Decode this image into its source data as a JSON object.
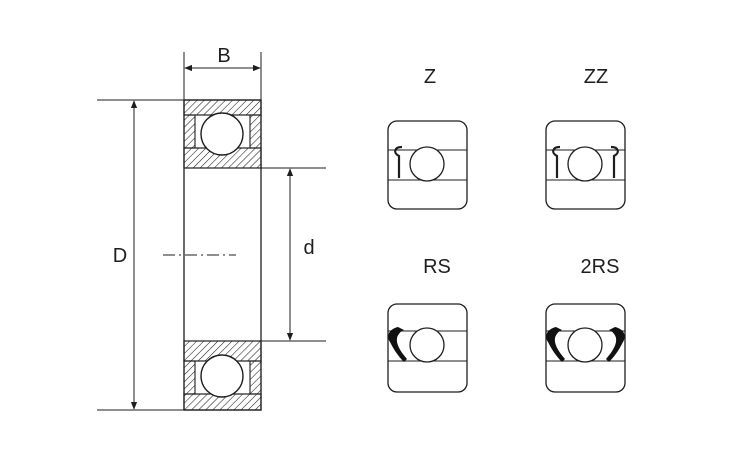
{
  "dimensions": {
    "width_label": "B",
    "outer_diameter_label": "D",
    "bore_diameter_label": "d"
  },
  "seal_variants": [
    {
      "label": "Z"
    },
    {
      "label": "ZZ"
    },
    {
      "label": "RS"
    },
    {
      "label": "2RS"
    }
  ],
  "colors": {
    "line": "#1e1e1e",
    "background": "#ffffff",
    "seal_fill": "#111111"
  }
}
